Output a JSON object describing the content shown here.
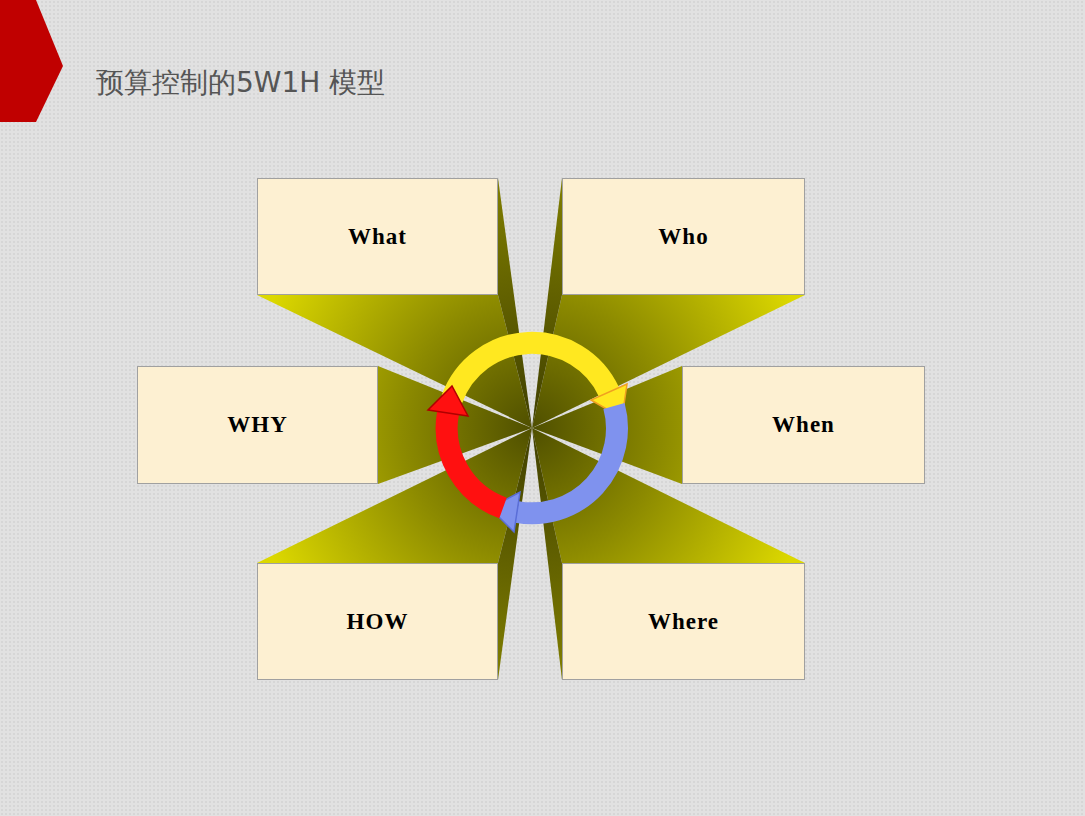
{
  "diagram": {
    "title": "预算控制的5W1H 模型",
    "nodes": [
      {
        "text": [
          "What"
        ]
      },
      {
        "text": [
          "Who"
        ]
      },
      {
        "text": [
          "WHY"
        ]
      },
      {
        "text": [
          "When"
        ]
      },
      {
        "text": [
          "HOW"
        ]
      },
      {
        "text": [
          "Where"
        ]
      }
    ]
  }
}
